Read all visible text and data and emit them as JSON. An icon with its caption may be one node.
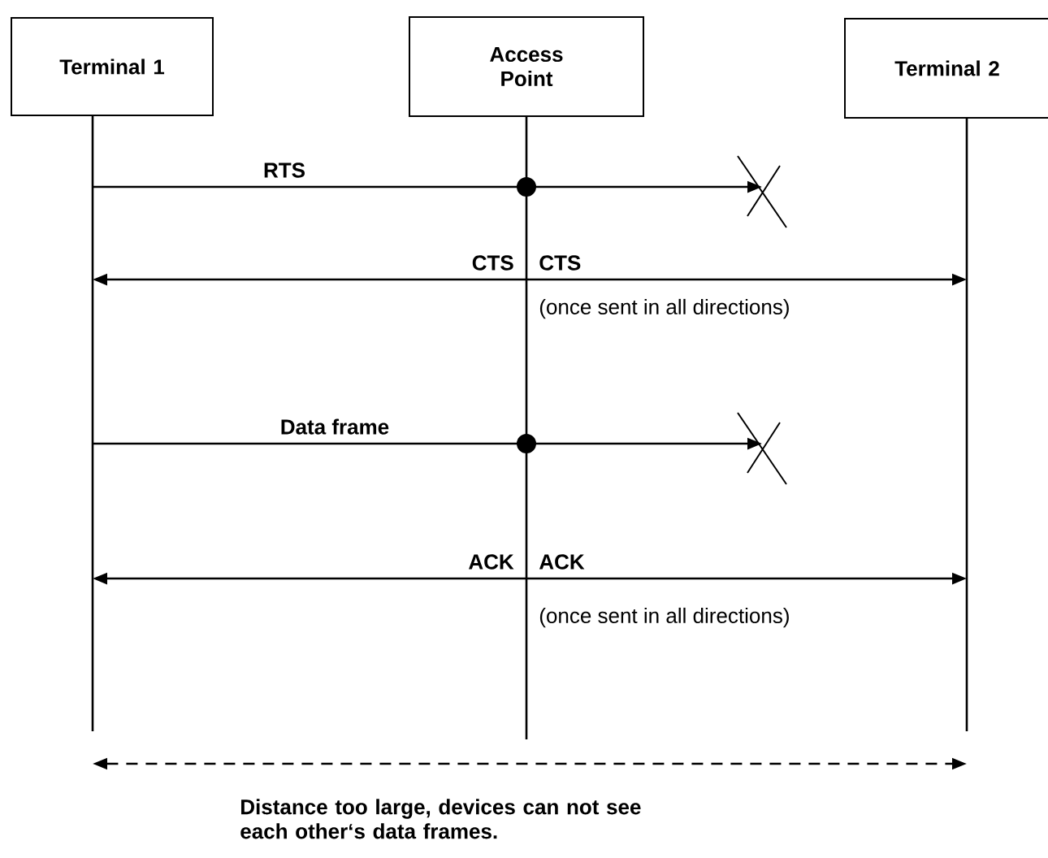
{
  "diagram": {
    "nodes": [
      {
        "text": [
          "Terminal 1"
        ]
      },
      {
        "text": [
          "Access Point"
        ]
      },
      {
        "text": [
          "Terminal 2"
        ]
      },
      {
        "text": [],
        "shape": "cross"
      },
      {
        "text": [],
        "shape": "cross"
      }
    ],
    "edges": [
      {
        "from": 0,
        "to": 1,
        "arrow": "other",
        "label": "RTS"
      },
      {
        "from": 1,
        "to": 3,
        "arrow": "to"
      },
      {
        "from": 1,
        "to": 0,
        "arrow": "to",
        "label": "CTS"
      },
      {
        "from": 1,
        "to": 2,
        "arrow": "to",
        "label": "CTS"
      },
      {
        "from": 0,
        "to": 1,
        "arrow": "other",
        "label": "Data frame"
      },
      {
        "from": 1,
        "to": 4,
        "arrow": "to"
      },
      {
        "from": 1,
        "to": 0,
        "arrow": "to",
        "label": "ACK"
      },
      {
        "from": 1,
        "to": 2,
        "arrow": "to",
        "label": "ACK"
      }
    ],
    "labels": [
      "(once sent in all directions)",
      "(once sent in all directions)",
      "Distance too large, devices can not see each other‘s data frames."
    ]
  }
}
